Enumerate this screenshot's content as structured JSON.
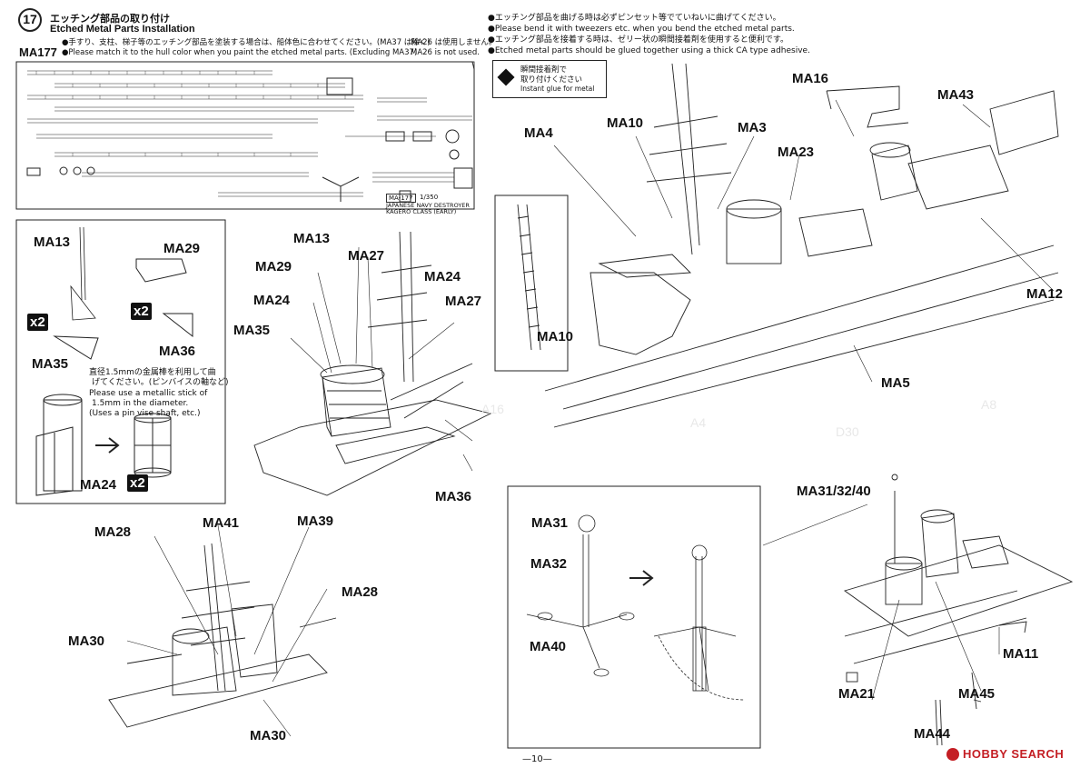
{
  "step": {
    "number": "17",
    "title_jp": "エッチング部品の取り付け",
    "title_en": "Etched Metal Parts Installation"
  },
  "sheet": {
    "id": "MA177",
    "note_jp": "●手すり、支柱、梯子等のエッチング部品を塗装する場合は、船体色に合わせてください。(MA37 は除く)",
    "note_en": "●Please match it to the hull color when you paint the etched metal parts. (Excluding MA37)",
    "unused_jp": "MA26 は使用しません。",
    "unused_en": "MA26 is not used.",
    "fret_code": "MA-177",
    "fret_scale": "1/350",
    "fret_name_1": "JAPANESE NAVY DESTROYER",
    "fret_name_2": "KAGERO CLASS (EARLY)"
  },
  "instructions": {
    "bend_jp": "●エッチング部品を曲げる時は必ずピンセット等でていねいに曲げてください。",
    "bend_en": "●Please bend it with tweezers etc. when you bend the etched metal parts.",
    "glue_jp": "●エッチング部品を接着する時は、ゼリー状の瞬間接着剤を使用すると便利です。",
    "glue_en": "●Etched metal parts should be glued together using a thick CA type adhesive."
  },
  "glue_badge": {
    "line1_jp": "瞬間接着剤で",
    "line2_jp": "取り付けください",
    "line_en": "Instant glue for metal"
  },
  "detail_inset": {
    "pin_note_jp_1": "直径1.5mmの金属棒を利用して曲",
    "pin_note_jp_2": "げてください。(ピンバイスの軸など)",
    "pin_note_en_1": "Please use a metallic stick of",
    "pin_note_en_2": "1.5mm in the diameter.",
    "pin_note_en_3": "(Uses a pin vise shaft, etc.)",
    "multiplier": "x2"
  },
  "labels": {
    "ma177": "MA177",
    "ma13a": "MA13",
    "ma29a": "MA29",
    "ma35a": "MA35",
    "ma36a": "MA36",
    "ma24a": "MA24",
    "ma13b": "MA13",
    "ma27b": "MA27",
    "ma29b": "MA29",
    "ma24b": "MA24",
    "ma27c": "MA27",
    "ma24c": "MA24",
    "ma35b": "MA35",
    "ma36b": "MA36",
    "ma4": "MA4",
    "ma10a": "MA10",
    "ma3": "MA3",
    "ma16": "MA16",
    "ma43": "MA43",
    "ma23": "MA23",
    "ma12": "MA12",
    "ma10b": "MA10",
    "ma5": "MA5",
    "ma28a": "MA28",
    "ma41": "MA41",
    "ma39": "MA39",
    "ma28b": "MA28",
    "ma30a": "MA30",
    "ma30b": "MA30",
    "ma31": "MA31",
    "ma32": "MA32",
    "ma40": "MA40",
    "ma313240": "MA31/32/40",
    "ma11": "MA11",
    "ma21": "MA21",
    "ma45": "MA45",
    "ma44": "MA44"
  },
  "footer": {
    "page": "—10—",
    "brand": "HOBBY SEARCH"
  },
  "colors": {
    "ink": "#111111",
    "brand": "#c41e24"
  }
}
